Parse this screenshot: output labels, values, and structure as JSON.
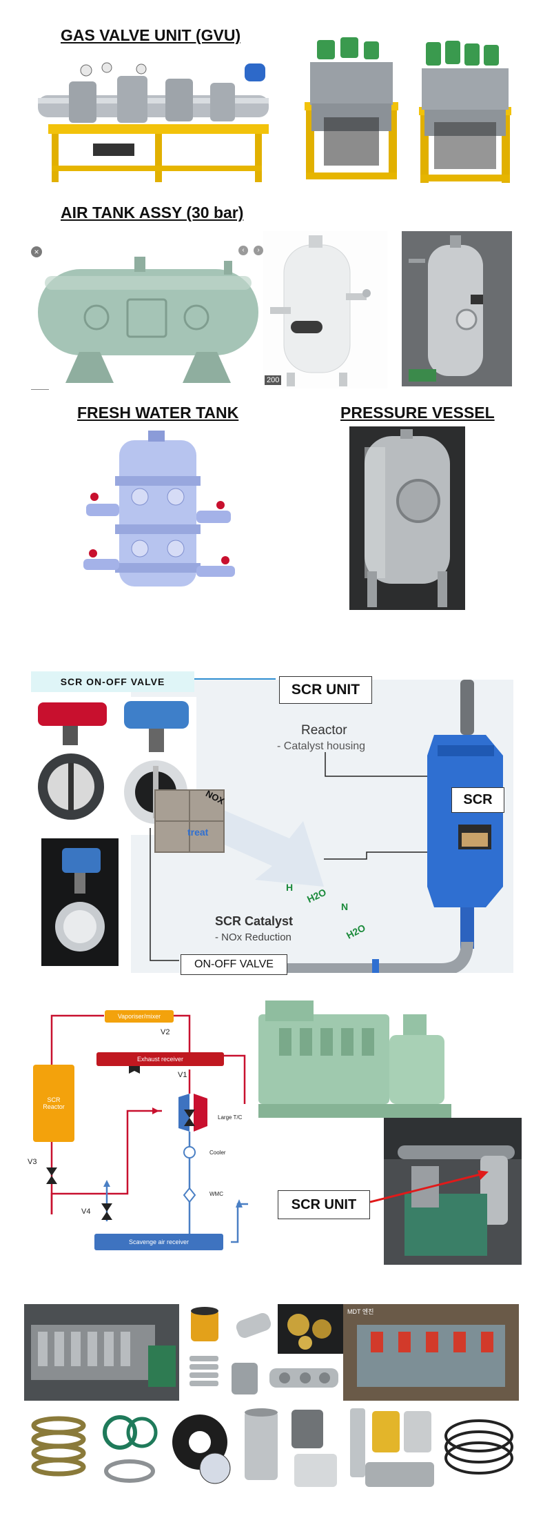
{
  "sections": {
    "gvu_title": "GAS VALVE UNIT (GVU)",
    "air_tank_title": "AIR TANK  ASSY (30 bar)",
    "fresh_water_title": "FRESH WATER TANK",
    "pressure_vessel_title": "PRESSURE VESSEL"
  },
  "air_tank": {
    "overlay_num": "200"
  },
  "scr_diagram": {
    "valve_banner": "SCR  ON-OFF  VALVE",
    "unit_label": "SCR UNIT",
    "reactor_title": "Reactor",
    "reactor_sub": "- Catalyst housing",
    "scr_tag": "SCR",
    "catalyst_title": "SCR Catalyst",
    "catalyst_sub": "- NOx Reduction",
    "on_off_label": "ON-OFF VALVE",
    "molecules": [
      "NOX",
      "H",
      "H2O",
      "N",
      "H2O"
    ],
    "arrow_fragment": "treat"
  },
  "schematic": {
    "vaporiser": "Vaporiser/mixer",
    "exhaust": "Exhaust receiver",
    "scavenge": "Scavenge air receiver",
    "reactor": [
      "SCR",
      "Reactor"
    ],
    "valves": [
      "V1",
      "V2",
      "V3",
      "V4"
    ],
    "turbo": "Large T/C",
    "cooler": "Cooler",
    "wmc": "WMC"
  },
  "engine_photo": {
    "label": "SCR UNIT"
  },
  "parts": {
    "korean_tag": "MDT 엔진"
  },
  "colors": {
    "gvu_frame": "#f2c20a",
    "valve_green": "#3a9a4e",
    "tank_green": "#a5c4b6",
    "scr_blue": "#2f6fd1",
    "engine_green": "#9fc9ae",
    "pipe_red": "#c8102e",
    "pipe_blue": "#4a7fc4",
    "box_orange": "#f3a20c",
    "exhaust_red": "#c01820",
    "scavenge_blue": "#3e73c0",
    "banner_bg": "#dff5f7"
  }
}
